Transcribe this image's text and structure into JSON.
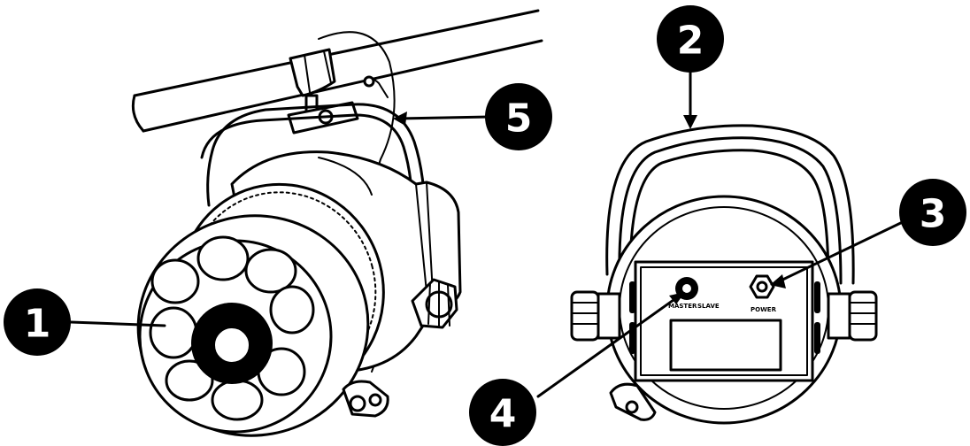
{
  "callouts": [
    {
      "id": "1",
      "label": "1"
    },
    {
      "id": "2",
      "label": "2"
    },
    {
      "id": "3",
      "label": "3"
    },
    {
      "id": "4",
      "label": "4"
    },
    {
      "id": "5",
      "label": "5"
    }
  ],
  "panel_labels": {
    "knob_left": "MASTER",
    "knob_right": "SLAVE",
    "socket": "POWER"
  },
  "colors": {
    "line": "#000000",
    "background": "#ffffff",
    "callout_fill": "#000000",
    "callout_text": "#ffffff"
  }
}
